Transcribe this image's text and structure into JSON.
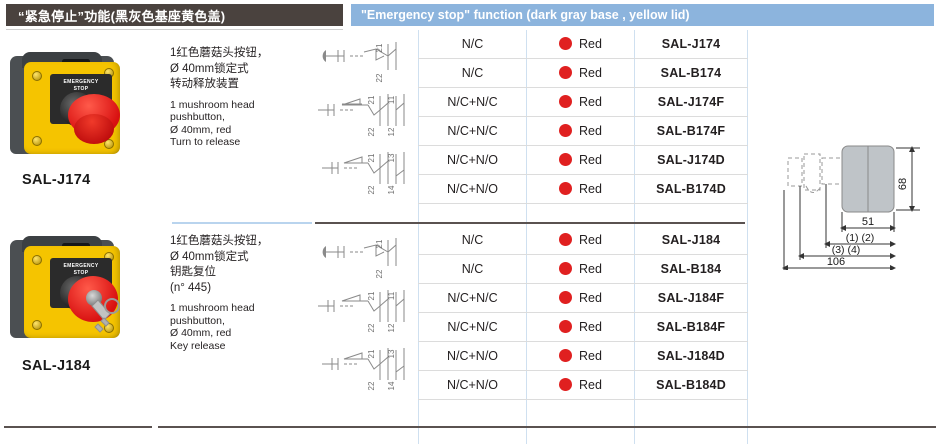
{
  "header": {
    "cn_title": "“紧急停止”功能(黑灰色基座黄色盖)",
    "en_title": "\"Emergency stop\" function (dark gray base , yellow lid)",
    "cn_bg": "#4a423e",
    "en_bg": "#8cb4dd"
  },
  "products": [
    {
      "label": "SAL-J174",
      "enclosure_text": "EMERGENCY STOP",
      "lid_color": "#f5c400",
      "base_color": "#4b4f52",
      "button_color": "#e02020",
      "has_key": false,
      "desc_cn": "1红色蘑菇头按钮，\nØ 40mm锁定式\n转动释放装置",
      "desc_en": "1 mushroom head\npushbutton,\nØ 40mm, red\nTurn to release",
      "diagrams": [
        {
          "terminals": [
            "21",
            "22"
          ],
          "type": "nc-single"
        },
        {
          "terminals": [
            "21",
            "22",
            "11",
            "12"
          ],
          "type": "nc-nc"
        },
        {
          "terminals": [
            "21",
            "22",
            "13",
            "14"
          ],
          "type": "nc-no"
        }
      ],
      "rows": [
        {
          "contact": "N/C",
          "color": "Red",
          "ref": "SAL-J174"
        },
        {
          "contact": "N/C",
          "color": "Red",
          "ref": "SAL-B174"
        },
        {
          "contact": "N/C+N/C",
          "color": "Red",
          "ref": "SAL-J174F"
        },
        {
          "contact": "N/C+N/C",
          "color": "Red",
          "ref": "SAL-B174F"
        },
        {
          "contact": "N/C+N/O",
          "color": "Red",
          "ref": "SAL-J174D"
        },
        {
          "contact": "N/C+N/O",
          "color": "Red",
          "ref": "SAL-B174D"
        }
      ]
    },
    {
      "label": "SAL-J184",
      "enclosure_text": "EMERGENCY STOP",
      "lid_color": "#f5c400",
      "base_color": "#4b4f52",
      "button_color": "#e02020",
      "has_key": true,
      "desc_cn": "1红色蘑菇头按钮，\nØ 40mm锁定式\n钥匙复位\n(n°  445)",
      "desc_en": "1 mushroom head\npushbutton,\nØ 40mm, red\nKey release",
      "diagrams": [
        {
          "terminals": [
            "21",
            "22"
          ],
          "type": "nc-single"
        },
        {
          "terminals": [
            "21",
            "22",
            "11",
            "12"
          ],
          "type": "nc-nc"
        },
        {
          "terminals": [
            "21",
            "22",
            "13",
            "14"
          ],
          "type": "nc-no"
        }
      ],
      "rows": [
        {
          "contact": "N/C",
          "color": "Red",
          "ref": "SAL-J184"
        },
        {
          "contact": "N/C",
          "color": "Red",
          "ref": "SAL-B184"
        },
        {
          "contact": "N/C+N/C",
          "color": "Red",
          "ref": "SAL-J184F"
        },
        {
          "contact": "N/C+N/C",
          "color": "Red",
          "ref": "SAL-B184F"
        },
        {
          "contact": "N/C+N/O",
          "color": "Red",
          "ref": "SAL-J184D"
        },
        {
          "contact": "N/C+N/O",
          "color": "Red",
          "ref": "SAL-B184D"
        }
      ]
    }
  ],
  "dimension_drawing": {
    "height": "68",
    "width_lid": "51",
    "mark_1_2": "(1) (2)",
    "mark_3_4": "(3)  (4)",
    "total": "106"
  },
  "colors": {
    "indicator_red": "#e02020",
    "rule_dark": "#5a5250",
    "rule_blue": "#b9d4ee",
    "grid_line": "#dcdcdc"
  }
}
